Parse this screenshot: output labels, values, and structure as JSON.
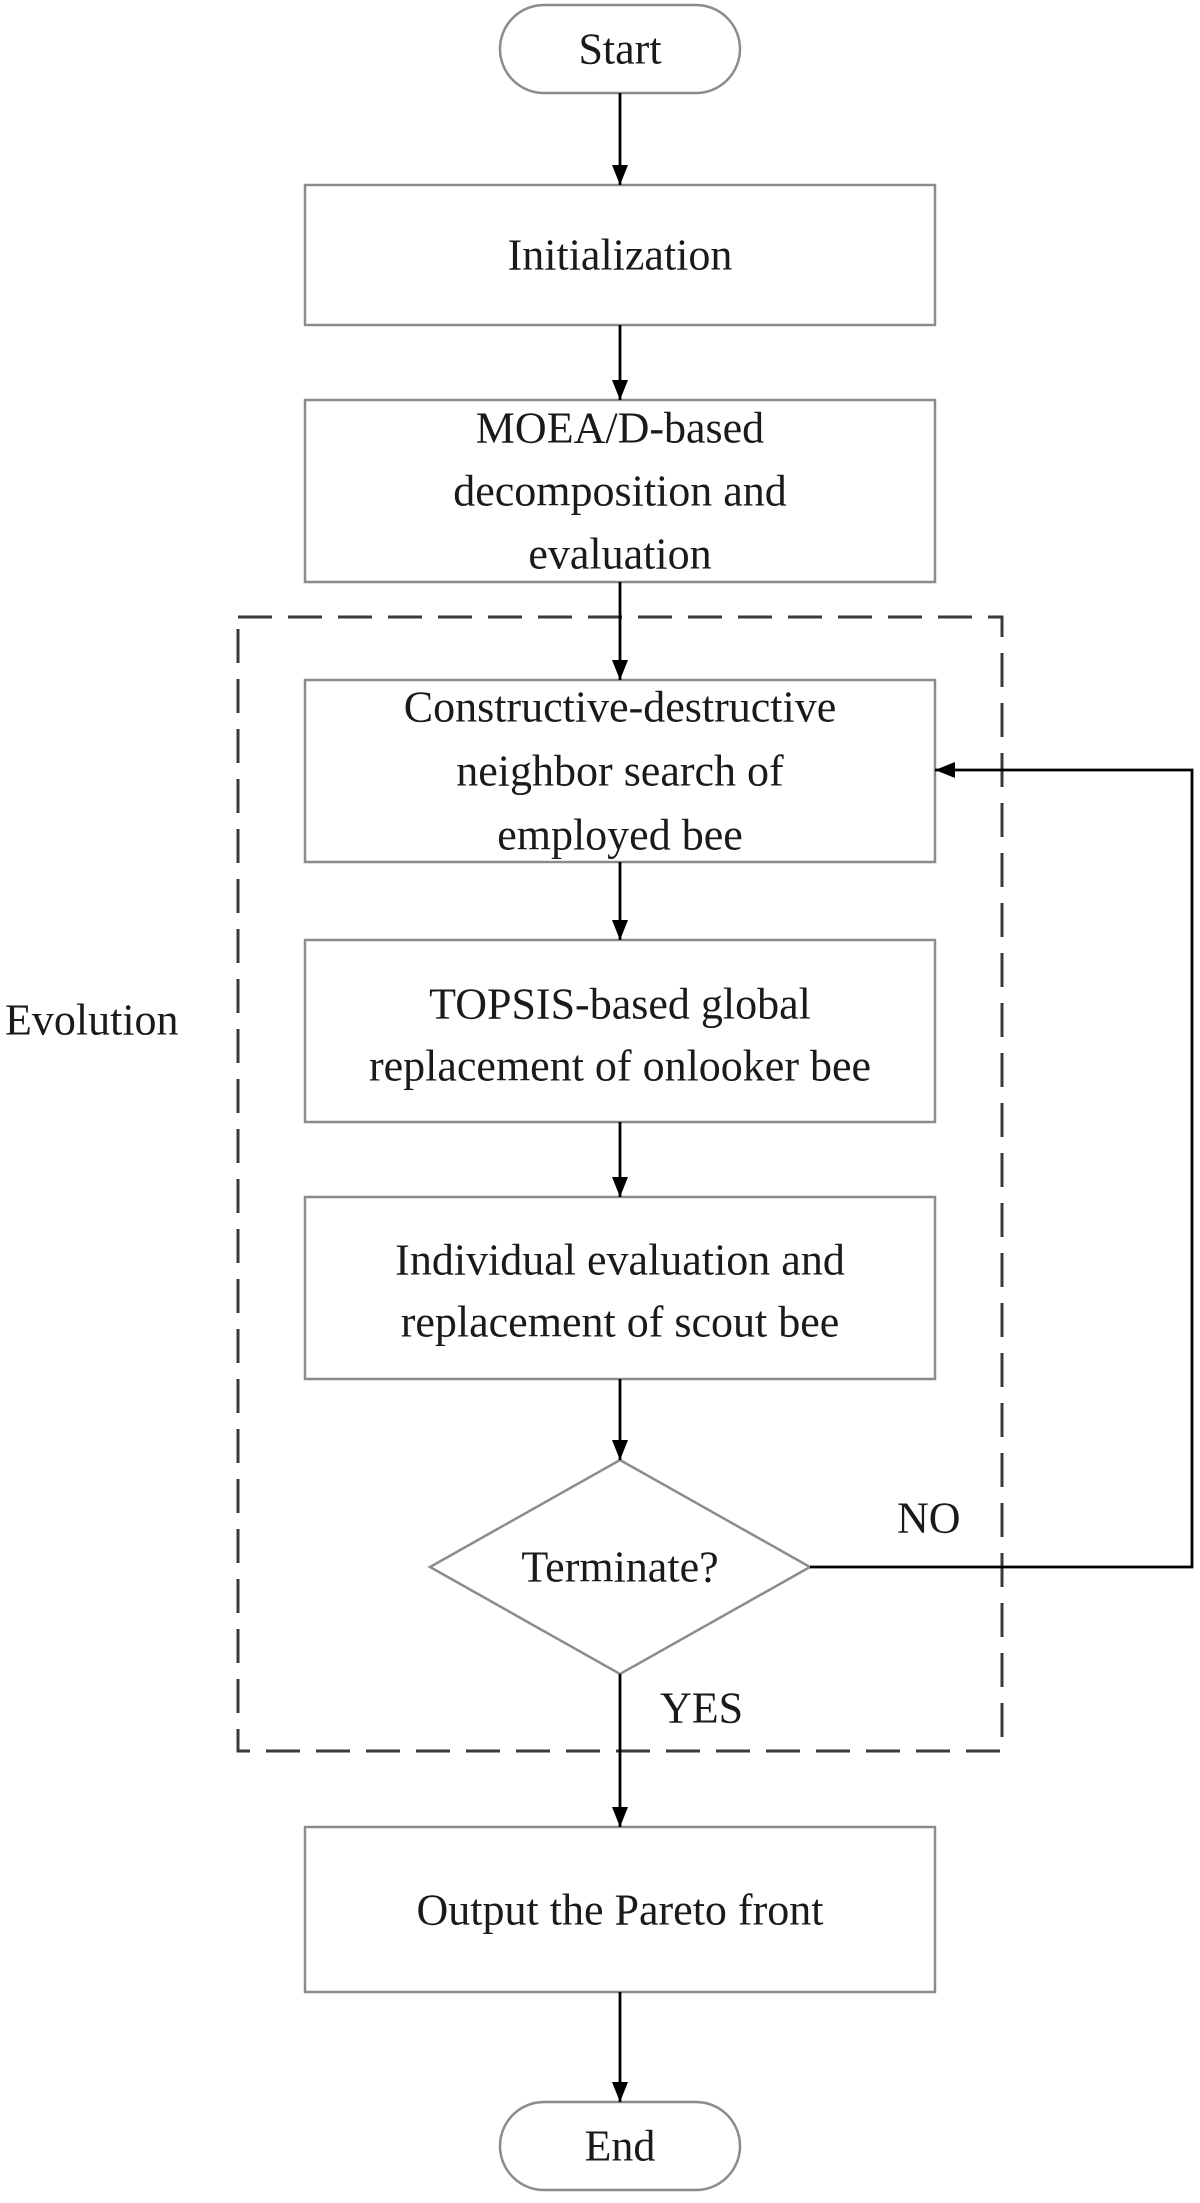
{
  "nodes": {
    "start": "Start",
    "initialization": "Initialization",
    "decomposition": [
      "MOEA/D-based",
      "decomposition and",
      "evaluation"
    ],
    "employed_bee": [
      "Constructive-destructive",
      "neighbor search of",
      "employed bee"
    ],
    "onlooker_bee": [
      "TOPSIS-based global",
      "replacement of onlooker bee"
    ],
    "scout_bee": [
      "Individual evaluation and",
      "replacement of scout bee"
    ],
    "terminate": "Terminate?",
    "output": "Output the Pareto front",
    "end": "End"
  },
  "group": {
    "label": "Evolution"
  },
  "edges": {
    "no_label": "NO",
    "yes_label": "YES"
  }
}
